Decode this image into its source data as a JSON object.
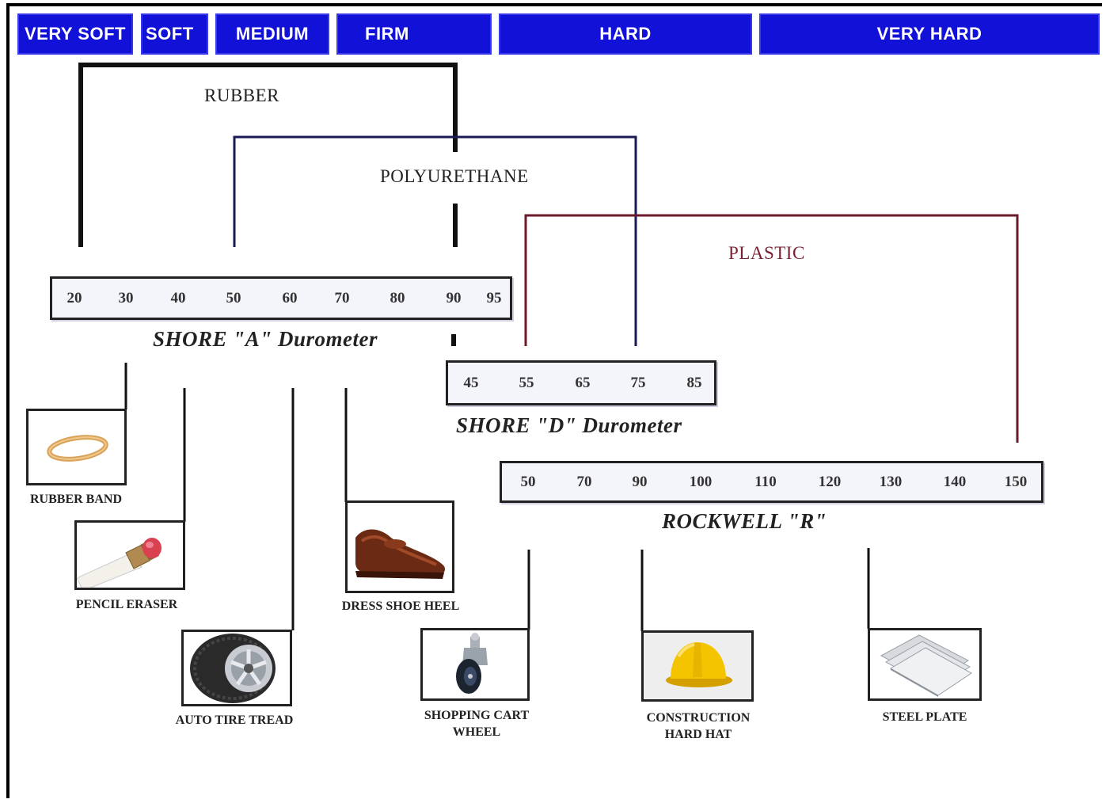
{
  "header": {
    "bands": [
      "VERY SOFT",
      "SOFT",
      "MEDIUM",
      "FIRM",
      "HARD",
      "VERY HARD"
    ]
  },
  "materials": {
    "rubber": "RUBBER",
    "polyurethane": "POLYURETHANE",
    "plastic": "PLASTIC"
  },
  "colors": {
    "header_blue": "#1111d8",
    "rubber_line": "#111111",
    "polyurethane_line": "#1a1a55",
    "plastic_line": "#6b1a2a",
    "plastic_text": "#7a1f2f"
  },
  "scales": {
    "shore_a": {
      "title": "SHORE \"A\" Durometer",
      "ticks": [
        "20",
        "30",
        "40",
        "50",
        "60",
        "70",
        "80",
        "90",
        "95"
      ]
    },
    "shore_d": {
      "title": "SHORE \"D\" Durometer",
      "ticks": [
        "45",
        "55",
        "65",
        "75",
        "85"
      ]
    },
    "rockwell": {
      "title": "ROCKWELL \"R\"",
      "ticks": [
        "50",
        "70",
        "90",
        "100",
        "110",
        "120",
        "130",
        "140",
        "150"
      ]
    }
  },
  "examples": {
    "rubber_band": "RUBBER BAND",
    "pencil_eraser": "PENCIL ERASER",
    "auto_tire": "AUTO TIRE TREAD",
    "dress_shoe": "DRESS SHOE HEEL",
    "cart_wheel_1": "SHOPPING CART",
    "cart_wheel_2": "WHEEL",
    "hard_hat_1": "CONSTRUCTION",
    "hard_hat_2": "HARD HAT",
    "steel_plate": "STEEL PLATE"
  }
}
